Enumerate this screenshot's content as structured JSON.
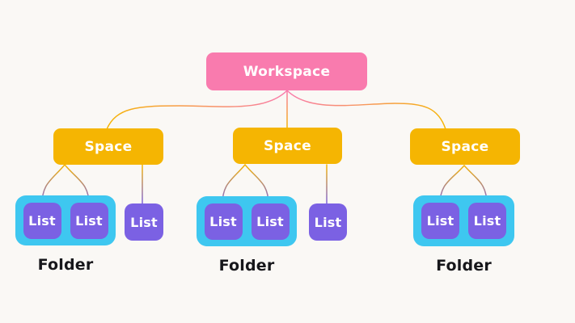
{
  "diagram": {
    "root": {
      "label": "Workspace"
    },
    "spaces": [
      {
        "label": "Space"
      },
      {
        "label": "Space"
      },
      {
        "label": "Space"
      }
    ],
    "groups": [
      {
        "folder_label": "Folder",
        "lists_in_folder": [
          "List",
          "List"
        ],
        "lists_outside_folder": [
          "List"
        ]
      },
      {
        "folder_label": "Folder",
        "lists_in_folder": [
          "List",
          "List"
        ],
        "lists_outside_folder": [
          "List"
        ]
      },
      {
        "folder_label": "Folder",
        "lists_in_folder": [
          "List",
          "List"
        ],
        "lists_outside_folder": []
      }
    ],
    "colors": {
      "background": "#FAF8F5",
      "workspace": "#F97BAE",
      "space": "#F5B502",
      "folder": "#3EC7F0",
      "list": "#7B61E3",
      "node_text": "#FFFFFF",
      "folder_label_text": "#17171B"
    }
  }
}
